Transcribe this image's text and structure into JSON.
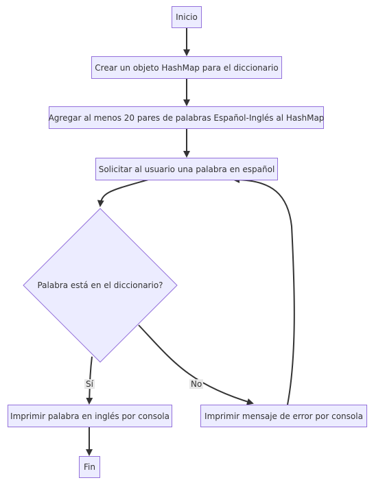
{
  "flowchart": {
    "nodes": {
      "start": "Inicio",
      "create_hashmap": "Crear un objeto HashMap para el diccionario",
      "add_pairs": "Agregar al menos 20 pares de palabras Español-Inglés al HashMap",
      "ask_user": "Solicitar al usuario una palabra en español",
      "decision": "Palabra está en el diccionario?",
      "print_english": "Imprimir palabra en inglés por consola",
      "print_error": "Imprimir mensaje de error por consola",
      "end": "Fin"
    },
    "edge_labels": {
      "yes": "Sí",
      "no": "No"
    },
    "colors": {
      "node_fill": "#ECECFF",
      "node_border": "#9370DB",
      "edge": "#333333",
      "edge_label_bg": "#e8e8e8"
    }
  }
}
